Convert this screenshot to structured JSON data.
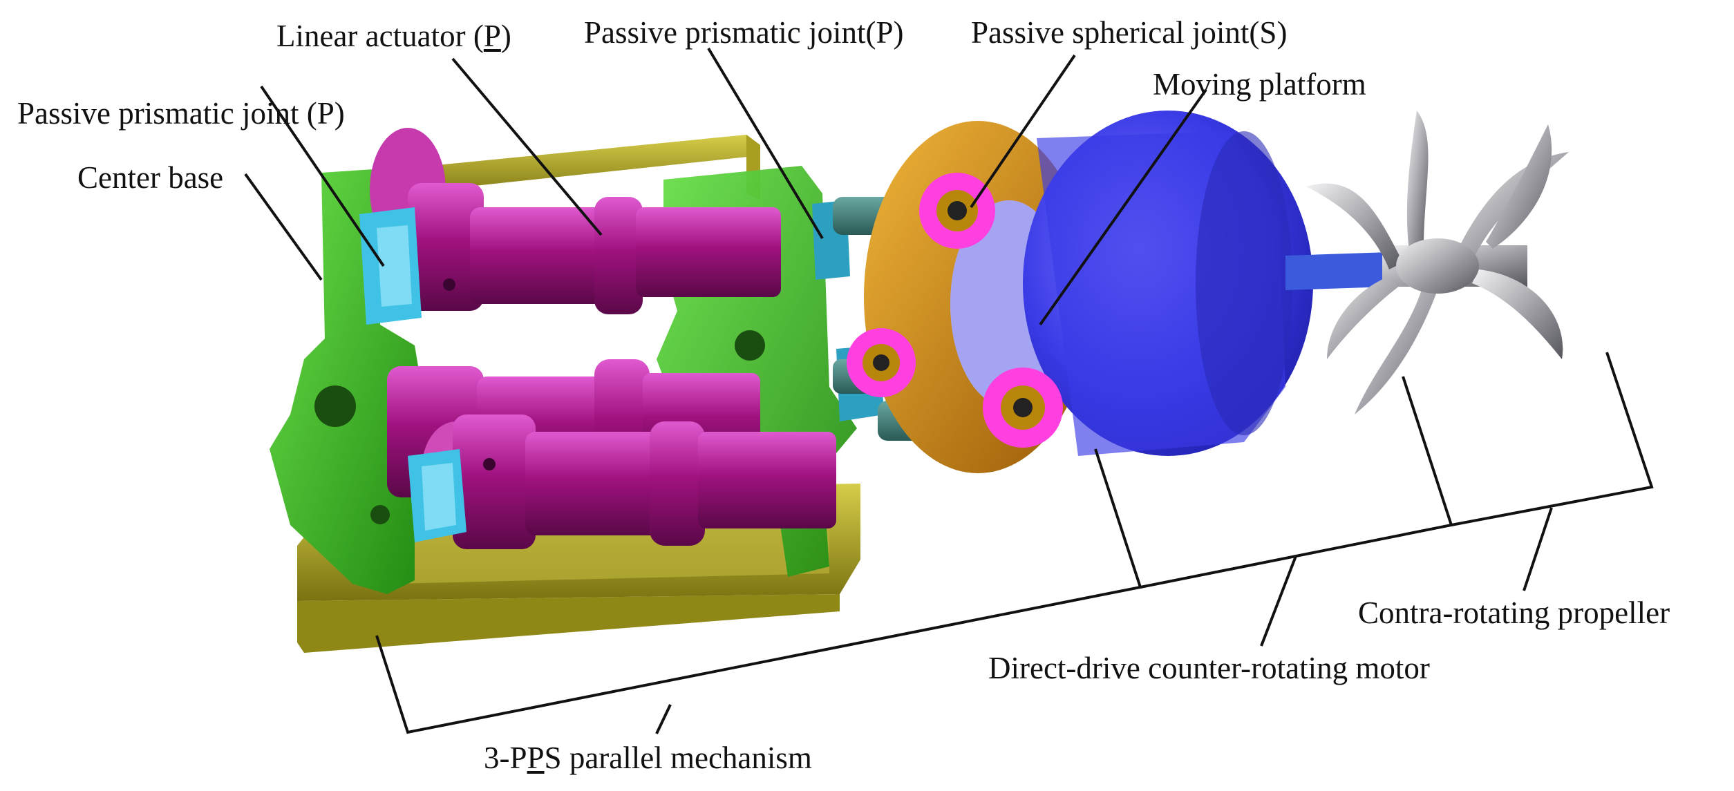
{
  "labels": {
    "linear_actuator": {
      "pre": "Linear actuator (",
      "u": "P",
      "post": ")"
    },
    "passive_prismatic_top": "Passive prismatic joint(P)",
    "passive_spherical": "Passive spherical joint(S)",
    "moving_platform": "Moving platform",
    "passive_prismatic_left": "Passive prismatic joint (P)",
    "center_base": "Center base",
    "contra_rotating_propeller": "Contra-rotating propeller",
    "direct_drive_motor": "Direct-drive counter-rotating motor",
    "parallel_mechanism": {
      "pre": "3-P",
      "u": "P",
      "post": "S parallel mechanism"
    }
  },
  "colors": {
    "actuator_magenta": "#b0168f",
    "frame_green": "#39b81f",
    "base_olive": "#a39a1c",
    "slider_cyan": "#3fc2e6",
    "platform_orange": "#c98a12",
    "joint_pink": "#ff3fe0",
    "motor_blue": "#3d3de8",
    "rod_teal": "#3c7f7a",
    "propeller_silver": "#b8b8bc",
    "leader_line": "#111111"
  },
  "icons": [
    "linear-actuator-graphic",
    "frame-graphic",
    "moving-platform-graphic",
    "motor-graphic",
    "propeller-graphic"
  ]
}
